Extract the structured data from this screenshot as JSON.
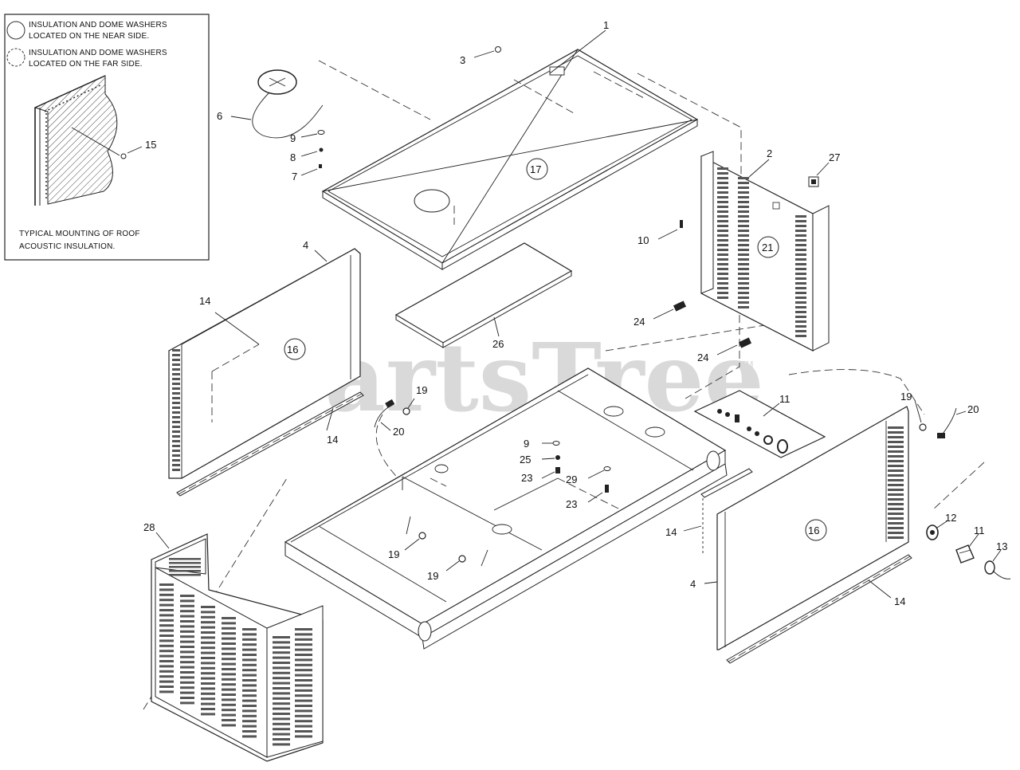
{
  "legend": {
    "near_side_line1": "INSULATION AND DOME WASHERS",
    "near_side_line2": "LOCATED ON THE NEAR SIDE.",
    "far_side_line1": "INSULATION AND DOME WASHERS",
    "far_side_line2": "LOCATED ON THE FAR SIDE.",
    "mounting_line1": "TYPICAL MOUNTING OF ROOF",
    "mounting_line2": "ACOUSTIC INSULATION.",
    "inset_callout": "15"
  },
  "watermark": {
    "text": "PartsTree",
    "tm": "TM"
  },
  "callouts": {
    "c1": "1",
    "c2": "2",
    "c3": "3",
    "c4a": "4",
    "c4b": "4",
    "c6": "6",
    "c7": "7",
    "c8": "8",
    "c9a": "9",
    "c9b": "9",
    "c10": "10",
    "c11a": "11",
    "c11b": "11",
    "c12": "12",
    "c13": "13",
    "c14a": "14",
    "c14b": "14",
    "c14c": "14",
    "c14d": "14",
    "c16a": "16",
    "c16b": "16",
    "c17": "17",
    "c19a": "19",
    "c19b": "19",
    "c19c": "19",
    "c19d": "19",
    "c20a": "20",
    "c20b": "20",
    "c21": "21",
    "c23a": "23",
    "c23b": "23",
    "c24a": "24",
    "c24b": "24",
    "c25": "25",
    "c26": "26",
    "c27": "27",
    "c28": "28",
    "c29": "29"
  }
}
